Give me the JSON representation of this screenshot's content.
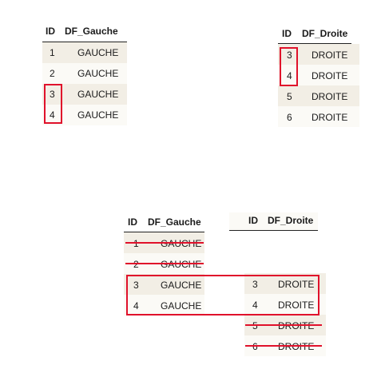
{
  "left_table": {
    "headers": [
      "ID",
      "DF_Gauche"
    ],
    "rows": [
      {
        "id": "1",
        "val": "GAUCHE"
      },
      {
        "id": "2",
        "val": "GAUCHE"
      },
      {
        "id": "3",
        "val": "GAUCHE"
      },
      {
        "id": "4",
        "val": "GAUCHE"
      }
    ]
  },
  "right_table": {
    "headers": [
      "ID",
      "DF_Droite"
    ],
    "rows": [
      {
        "id": "3",
        "val": "DROITE"
      },
      {
        "id": "4",
        "val": "DROITE"
      },
      {
        "id": "5",
        "val": "DROITE"
      },
      {
        "id": "6",
        "val": "DROITE"
      }
    ]
  },
  "join_left": {
    "headers": [
      "ID",
      "DF_Gauche"
    ],
    "rows": [
      {
        "id": "1",
        "val": "GAUCHE"
      },
      {
        "id": "2",
        "val": "GAUCHE"
      },
      {
        "id": "3",
        "val": "GAUCHE"
      },
      {
        "id": "4",
        "val": "GAUCHE"
      }
    ]
  },
  "join_right": {
    "headers": [
      "ID",
      "DF_Droite"
    ],
    "rows": [
      {
        "id": "3",
        "val": "DROITE"
      },
      {
        "id": "4",
        "val": "DROITE"
      },
      {
        "id": "5",
        "val": "DROITE"
      },
      {
        "id": "6",
        "val": "DROITE"
      }
    ]
  },
  "colors": {
    "highlight": "#e0112b",
    "row_shade": "#f2eee5",
    "row_plain": "#fbfaf6"
  }
}
